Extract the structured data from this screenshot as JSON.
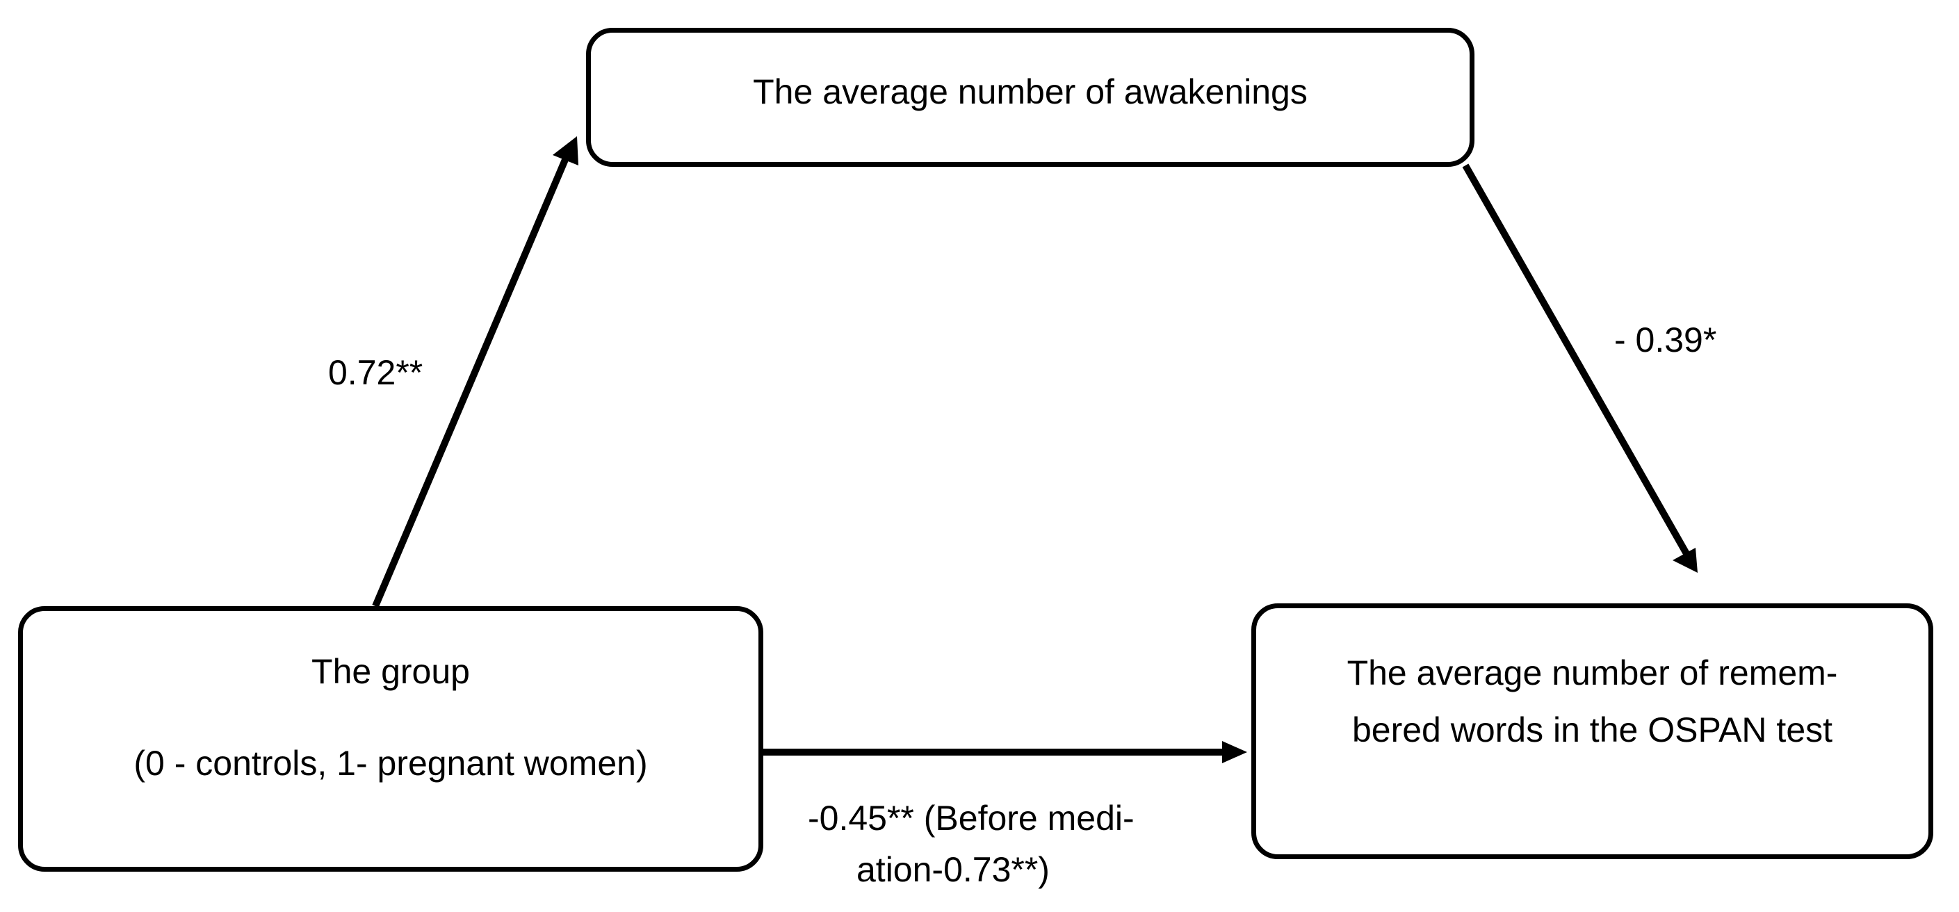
{
  "nodes": {
    "mediator": {
      "text": "The average number of awakenings"
    },
    "group": {
      "line1": "The group",
      "line2": "(0 - controls, 1- pregnant women)"
    },
    "outcome": {
      "line1": "The average number of remem-",
      "line2": "bered words in the OSPAN test"
    }
  },
  "edges": {
    "group_to_mediator": {
      "label": "0.72**"
    },
    "mediator_to_outcome": {
      "label": "- 0.39*"
    },
    "group_to_outcome": {
      "label_line1": "-0.45** (Before medi-",
      "label_line2": "ation-0.73**)"
    }
  },
  "colors": {
    "stroke": "#000000",
    "background": "#ffffff"
  }
}
